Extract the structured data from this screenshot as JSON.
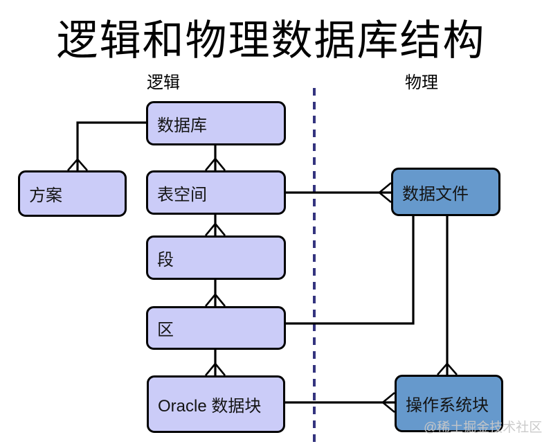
{
  "title": "逻辑和物理数据库结构",
  "columns": {
    "logical": "逻辑",
    "physical": "物理"
  },
  "nodes": {
    "database": {
      "label": "数据库",
      "side": "logical"
    },
    "schema": {
      "label": "方案",
      "side": "logical"
    },
    "tablespace": {
      "label": "表空间",
      "side": "logical"
    },
    "segment": {
      "label": "段",
      "side": "logical"
    },
    "extent": {
      "label": "区",
      "side": "logical"
    },
    "oracle_block": {
      "label": "Oracle 数据块",
      "side": "logical"
    },
    "datafile": {
      "label": "数据文件",
      "side": "physical"
    },
    "os_block": {
      "label": "操作系统块",
      "side": "physical"
    }
  },
  "edges": [
    {
      "from": "数据库",
      "to": "方案",
      "many_at": "方案"
    },
    {
      "from": "数据库",
      "to": "表空间",
      "many_at": "表空间"
    },
    {
      "from": "表空间",
      "to": "段",
      "many_at": "段"
    },
    {
      "from": "段",
      "to": "区",
      "many_at": "区"
    },
    {
      "from": "区",
      "to": "Oracle 数据块",
      "many_at": "Oracle 数据块"
    },
    {
      "from": "表空间",
      "to": "数据文件",
      "many_at": "数据文件"
    },
    {
      "from": "数据文件",
      "to": "区",
      "many_at": ""
    },
    {
      "from": "数据文件",
      "to": "操作系统块",
      "many_at": "操作系统块"
    },
    {
      "from": "Oracle 数据块",
      "to": "操作系统块",
      "many_at": "操作系统块"
    }
  ],
  "watermark": "@稀土掘金技术社区",
  "colors": {
    "logical_node_fill": "#cbccf8",
    "physical_node_fill": "#6699cc",
    "node_border": "#000000",
    "connector": "#000000",
    "divider": "#34347f",
    "watermark_text": "#c8c8c8"
  }
}
